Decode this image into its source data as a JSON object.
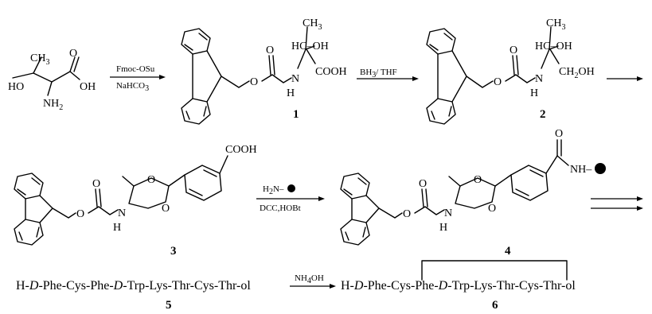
{
  "compounds": {
    "c1": "1",
    "c2": "2",
    "c3": "3",
    "c4": "4",
    "c5": "5",
    "c6": "6"
  },
  "atoms": {
    "ch3": "CH",
    "three": "3",
    "ho": "HO",
    "oh": "OH",
    "o": "O",
    "n": "N",
    "h": "H",
    "nh": "NH",
    "nh2": "NH",
    "two": "2",
    "cooh": "COOH",
    "hc": "HC",
    "ch2oh_a": "CH",
    "ch2oh_b": "OH",
    "nh_bead": "NH–"
  },
  "reagents": {
    "step1_top": "Fmoc-OSu",
    "step1_bottom": "NaHCO",
    "step1_bottom_sub": "3",
    "step2_a": "BH",
    "step2_sub": "3",
    "step2_b": "/ THF",
    "step3_top_a": "H",
    "step3_top_sub": "2",
    "step3_top_b": "N–",
    "step3_bottom": "DCC,HOBt",
    "step4_a": "NH",
    "step4_sub": "4",
    "step4_b": "OH"
  },
  "peptide": {
    "prefix": "H-",
    "d": "D",
    "seq_5_rest": "-Phe-Cys-Phe-",
    "seq_5_tail": "-Trp-Lys-Thr-Cys-Thr-ol",
    "seq_6_rest": "-Phe-Cys-Phe-",
    "seq_6_tail": "-Trp-Lys-Thr-Cys-Thr-ol"
  }
}
